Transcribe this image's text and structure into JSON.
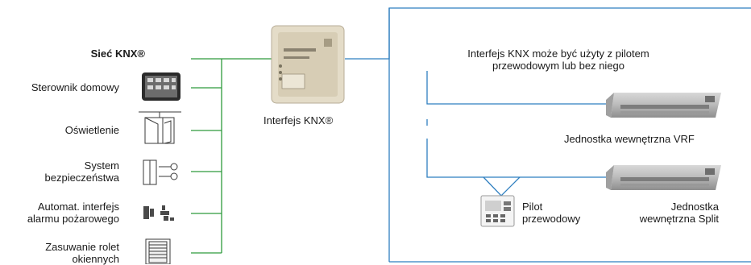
{
  "network": {
    "title": "Sieć KNX®"
  },
  "devices": [
    {
      "label": "Sterownik domowy"
    },
    {
      "label": "Oświetlenie"
    },
    {
      "label": "System bezpieczeństwa",
      "lines": [
        "System",
        "bezpieczeństwa"
      ]
    },
    {
      "label": "Automat. interfejs alarmu pożarowego",
      "lines": [
        "Automat. interfejs",
        "alarmu pożarowego"
      ]
    },
    {
      "label": "Zasuwanie rolet okiennych",
      "lines": [
        "Zasuwanie rolet",
        "okiennych"
      ]
    }
  ],
  "interface": {
    "label": "Interfejs KNX®"
  },
  "note": {
    "lines": [
      "Interfejs KNX może być użyty z pilotem",
      "przewodowym lub bez niego"
    ]
  },
  "units": {
    "vrf": {
      "label": "Jednostka wewnętrzna VRF"
    },
    "split": {
      "lines": [
        "Jednostka",
        "wewnętrzna Split"
      ]
    }
  },
  "remote": {
    "lines": [
      "Pilot",
      "przewodowy"
    ]
  },
  "colors": {
    "knx_bus": "#2e9a3c",
    "connection": "#2f7fc0"
  }
}
